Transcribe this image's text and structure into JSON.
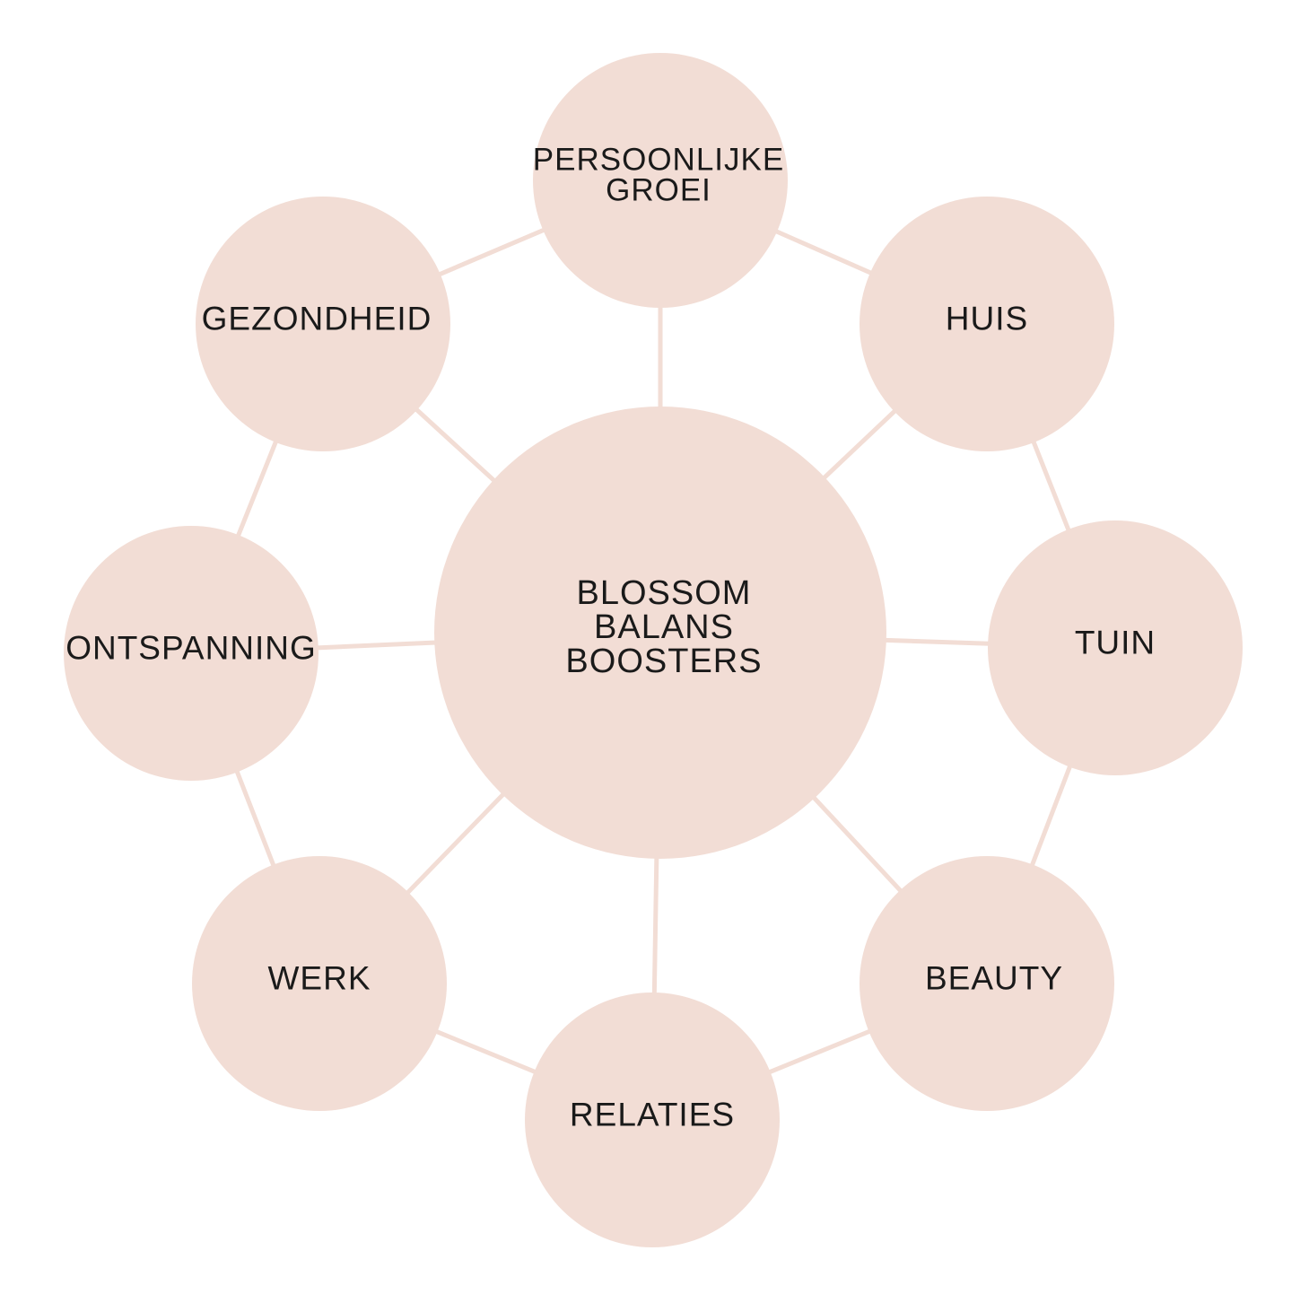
{
  "diagram": {
    "center": {
      "lines": [
        "BLOSSOM",
        "BALANS",
        "BOOSTERS"
      ]
    },
    "nodes": [
      {
        "id": "persoonlijke-groei",
        "lines": [
          "PERSOONLIJKE",
          "GROEI"
        ]
      },
      {
        "id": "huis",
        "lines": [
          "HUIS"
        ]
      },
      {
        "id": "tuin",
        "lines": [
          "TUIN"
        ]
      },
      {
        "id": "beauty",
        "lines": [
          "BEAUTY"
        ]
      },
      {
        "id": "relaties",
        "lines": [
          "RELATIES"
        ]
      },
      {
        "id": "werk",
        "lines": [
          "WERK"
        ]
      },
      {
        "id": "ontspanning",
        "lines": [
          "ONTSPANNING"
        ]
      },
      {
        "id": "gezondheid",
        "lines": [
          "GEZONDHEID"
        ]
      }
    ],
    "colors": {
      "node_fill": "#f2ddd5",
      "connector": "#f2ddd5",
      "text": "#1a1a1a",
      "background": "#ffffff"
    }
  }
}
